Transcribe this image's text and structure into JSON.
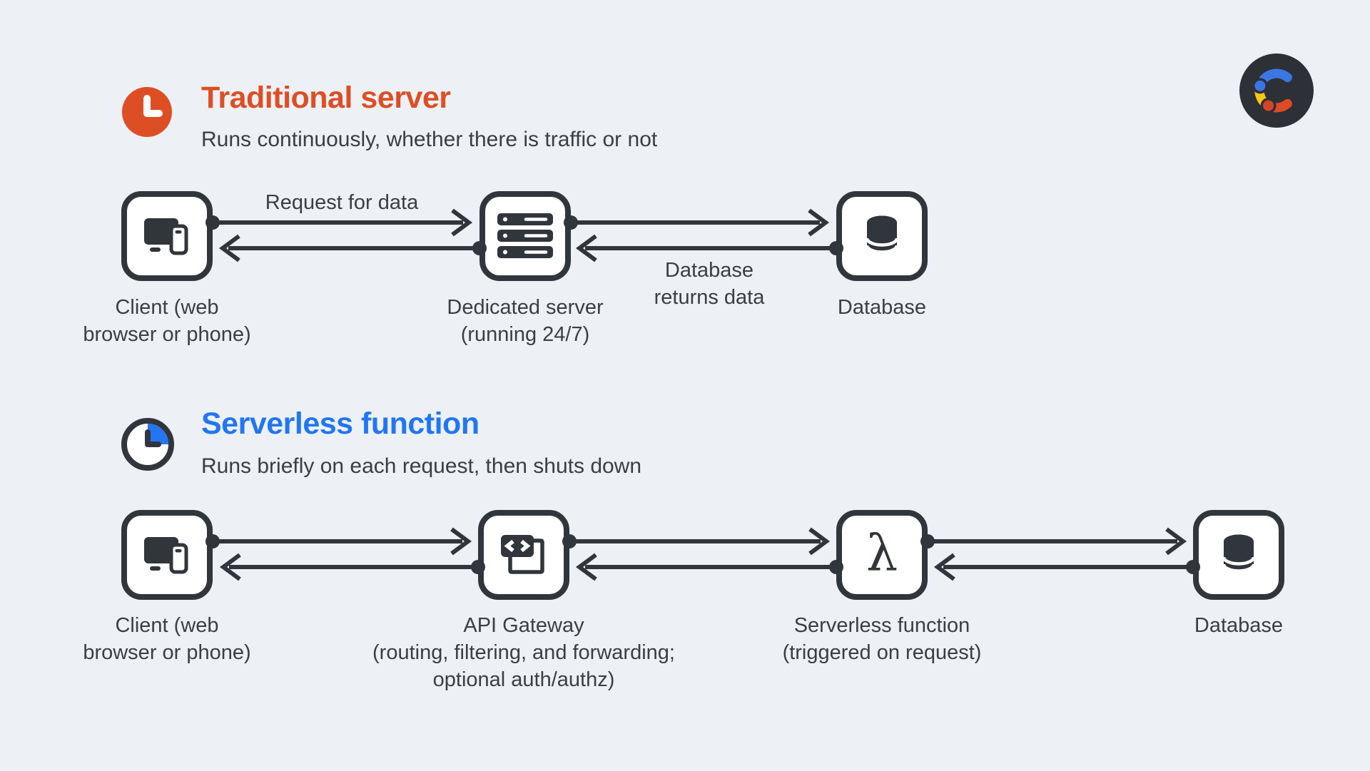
{
  "colors": {
    "bg": "#EDF1F5",
    "ink": "#31353C",
    "text": "#3A3E45",
    "orange": "#DE4E25",
    "blue": "#2276F3",
    "logobg": "#2D3037",
    "logoblue": "#3B77E2",
    "logoyellow": "#F8C715",
    "logored": "#DC4B26",
    "logobeadred": "#D64529"
  },
  "logo": {
    "icon": "c-brand-logo"
  },
  "sections": [
    {
      "title": "Traditional server",
      "subtitle": "Runs continuously, whether there is traffic or not",
      "clock_icon": "clock-solid-icon",
      "arrow_labels": {
        "request": "Request for data",
        "returns": [
          "Database",
          "returns data"
        ]
      },
      "nodes": [
        {
          "icon": "client-devices-icon",
          "lines": [
            "Client (web",
            "browser or phone)"
          ]
        },
        {
          "icon": "server-stack-icon",
          "lines": [
            "Dedicated server",
            "(running 24/7)"
          ]
        },
        {
          "icon": "database-icon",
          "lines": [
            "Database"
          ]
        }
      ]
    },
    {
      "title": "Serverless function",
      "subtitle": "Runs briefly on each request, then shuts down",
      "clock_icon": "clock-quarter-icon",
      "nodes": [
        {
          "icon": "client-devices-icon",
          "lines": [
            "Client (web",
            "browser or phone)"
          ]
        },
        {
          "icon": "api-gateway-icon",
          "lines": [
            "API Gateway",
            "(routing, filtering, and forwarding;",
            "optional auth/authz)"
          ]
        },
        {
          "icon": "lambda-icon",
          "glyph": "λ",
          "lines": [
            "Serverless function",
            "(triggered on request)"
          ]
        },
        {
          "icon": "database-icon",
          "lines": [
            "Database"
          ]
        }
      ]
    }
  ]
}
